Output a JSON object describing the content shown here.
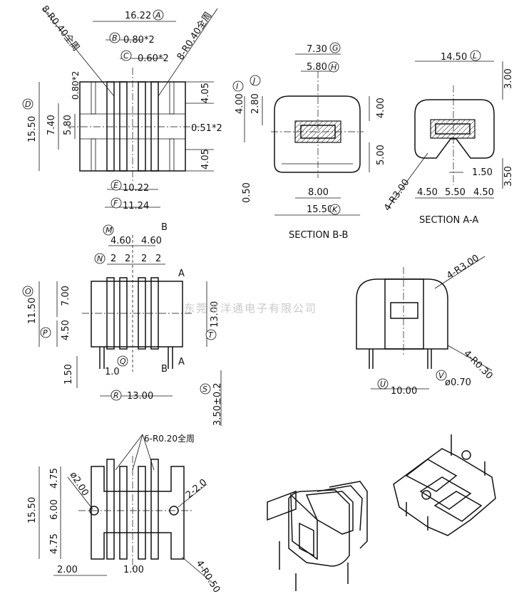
{
  "watermark": "东莞市洋通电子有限公司",
  "top_view": {
    "dims": {
      "A": "16.22",
      "B": "0.80*2",
      "C": "0.60*2",
      "D": "15.50",
      "E": "10.22",
      "F": "11.24",
      "h1": "7.40",
      "h2": "5.80",
      "h3": "4.05",
      "h4": "4.05",
      "side1": "0.51*2",
      "side2": "0.80*2"
    },
    "notes": [
      "8-R0.40全周",
      "8-R0.40全周"
    ]
  },
  "section_bb": {
    "label": "SECTION B-B",
    "dims": {
      "G": "7.30",
      "H": "5.80",
      "I": "4.00",
      "J": "2.80",
      "K": "15.50",
      "w1": "8.00",
      "h1": "4.00",
      "h2": "5.00",
      "b": "0.50"
    }
  },
  "section_aa": {
    "label": "SECTION A-A",
    "dims": {
      "L": "14.50",
      "t": "3.00",
      "w1": "1.50",
      "b": "3.50",
      "a1": "4.50",
      "a2": "5.50",
      "a3": "4.50",
      "r": "4-R3.00"
    }
  },
  "front_view": {
    "dims": {
      "M": "4.60",
      "M2": "4.60",
      "N": "2",
      "N2": "2",
      "N3": "2",
      "N4": "2",
      "O": "11.50",
      "o1": "7.00",
      "P": "4.50",
      "T": "13.00",
      "pin": "1.50",
      "g": "1.0",
      "R": "13.00",
      "S": "3.50±0.2"
    },
    "cut": [
      "B",
      "A",
      "B",
      "A"
    ],
    "letters": {
      "Q": "Q"
    }
  },
  "side_view": {
    "dims": {
      "r1": "4-R3.00",
      "r2": "4-R0.30",
      "U": "10.00",
      "V": "ø0.70"
    }
  },
  "bottom_view": {
    "dims": {
      "note": "6-R0.20全周",
      "d": "ø2.00",
      "h": "15.50",
      "a": "4.75",
      "b": "6.00",
      "c": "4.75",
      "x1": "2.00",
      "x2": "1.00",
      "r": "4-R0.50",
      "ch": "2-2.0"
    }
  }
}
